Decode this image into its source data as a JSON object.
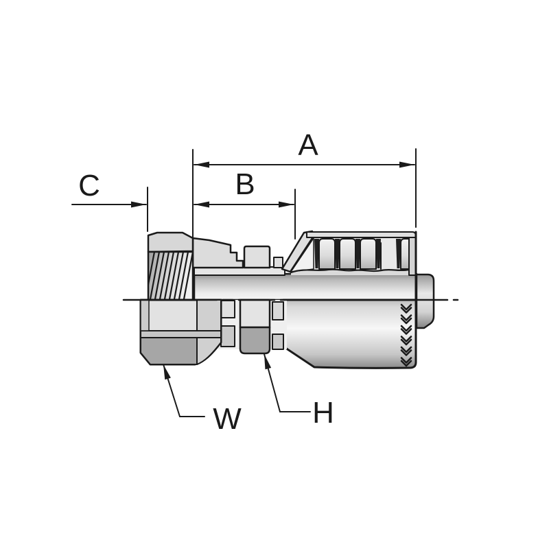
{
  "figure_labels": {
    "dimensions": {
      "A": {
        "label": "A"
      },
      "B": {
        "label": "B"
      },
      "C": {
        "label": "C"
      }
    },
    "callouts": {
      "W": {
        "label": "W"
      },
      "H": {
        "label": "H"
      }
    }
  },
  "colors": {
    "line": "#1a1a1a",
    "background": "#ffffff",
    "metal_light": "#e4e4e4",
    "metal_mid": "#c6c6c6",
    "metal_dark": "#a6a6a6"
  }
}
